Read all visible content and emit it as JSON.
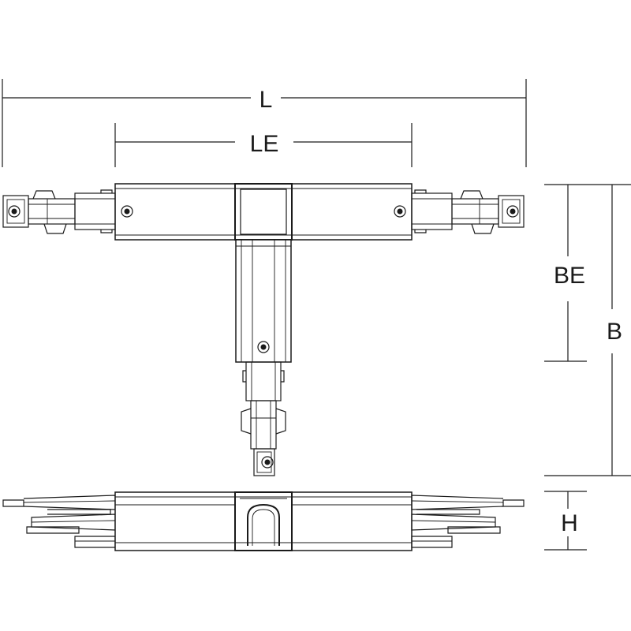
{
  "dimensions": {
    "overall_length": "L",
    "connector_length": "LE",
    "branch_length": "BE",
    "overall_width": "B",
    "height": "H"
  }
}
